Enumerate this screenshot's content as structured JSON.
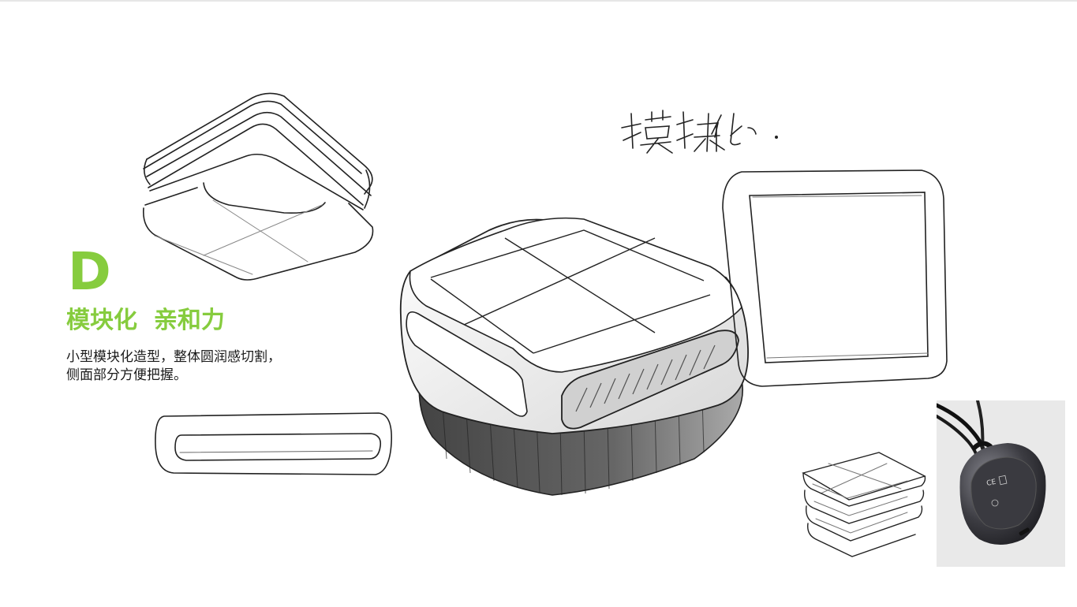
{
  "section": {
    "letter": "D",
    "heading": "模块化  亲和力",
    "description": [
      "小型模块化造型，整体圆润感切割，",
      "侧面部分方便把握。"
    ]
  },
  "sketch_annotation": "模块化 .",
  "colors": {
    "accent": "#86cc3e",
    "text": "#1a1a1a",
    "sketch_line": "#222222",
    "photo_background": "#e9e9e9"
  }
}
